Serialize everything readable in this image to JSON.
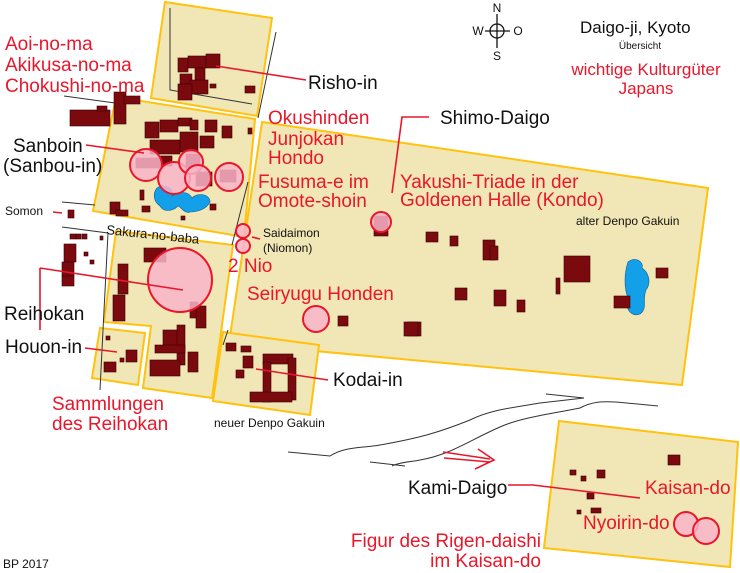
{
  "title": {
    "main": "Daigo-ji, Kyoto",
    "sub": "Übersicht",
    "legend_line1": "wichtige Kulturgüter",
    "legend_line2": "Japans"
  },
  "compass": {
    "n": "N",
    "s": "S",
    "w": "W",
    "e": "O"
  },
  "labels_black": {
    "risho_in": "Risho-in",
    "sanboin": "Sanboin",
    "sanboin_alt": "(Sanbou-in)",
    "shimo_daigo": "Shimo-Daigo",
    "reihokan": "Reihokan",
    "houon_in": "Houon-in",
    "kodai_in": "Kodai-in",
    "kami_daigo": "Kami-Daigo",
    "somon": "Somon",
    "sakura_no_baba": "Sakura-no-baba",
    "saidaimon": "Saidaimon",
    "niomon": "(Niomon)",
    "alter_denpo": "alter Denpo Gakuin",
    "neuer_denpo": "neuer Denpo Gakuin",
    "credit": "BP 2017"
  },
  "labels_red": {
    "aoi": "Aoi-no-ma",
    "akikusa": "Akikusa-no-ma",
    "chokushi": "Chokushi-no-ma",
    "okushinden": "Okushinden",
    "junjokan": "Junjokan",
    "hondo": "Hondo",
    "fusuma1": "Fusuma-e im",
    "fusuma2": "Omote-shoin",
    "yakushi1": "Yakushi-Triade in der",
    "yakushi2": "Goldenen Halle (Kondo)",
    "nio": "2 Nio",
    "seiryugu": "Seiryugu Honden",
    "sammlungen1": "Sammlungen",
    "sammlungen2": "des Reihokan",
    "kaisan_do": "Kaisan-do",
    "nyoirin_do": "Nyoirin-do",
    "rigen1": "Figur des Rigen-daishi",
    "rigen2": "im Kaisan-do"
  },
  "colors": {
    "land": "#f1e6b5",
    "border": "#ffc20e",
    "building": "#7b0a0f",
    "highlight": "#f8b4c8",
    "accent_red": "#e8172b",
    "water": "#14a0e8"
  }
}
